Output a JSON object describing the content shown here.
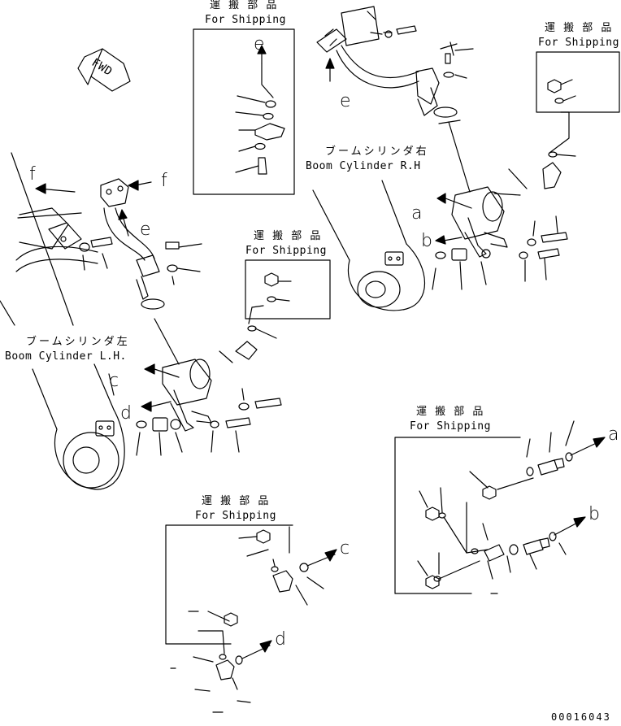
{
  "drawing_code": "00016043",
  "fwd_label": "FWD",
  "shipping_boxes": [
    {
      "jp": "運 搬 部 品",
      "en": "For Shipping",
      "contents": "e"
    },
    {
      "jp": "運 搬 部 品",
      "en": "For Shipping",
      "contents": "right-fittings"
    },
    {
      "jp": "運 搬 部 品",
      "en": "For Shipping",
      "contents": "left-fittings"
    },
    {
      "jp": "運 搬 部 品",
      "en": "For Shipping",
      "contents": "a-b"
    },
    {
      "jp": "運 搬 部 品",
      "en": "For Shipping",
      "contents": "c-d"
    }
  ],
  "cylinders": {
    "right": {
      "jp": "ブームシリンダ右",
      "en": "Boom Cylinder R.H"
    },
    "left": {
      "jp": "ブームシリンダ左",
      "en": "Boom Cylinder L.H."
    }
  },
  "letters": {
    "a": "a",
    "b": "b",
    "c": "c",
    "d": "d",
    "e": "e",
    "f": "f"
  },
  "colors": {
    "line": "#000000",
    "background": "#ffffff"
  }
}
